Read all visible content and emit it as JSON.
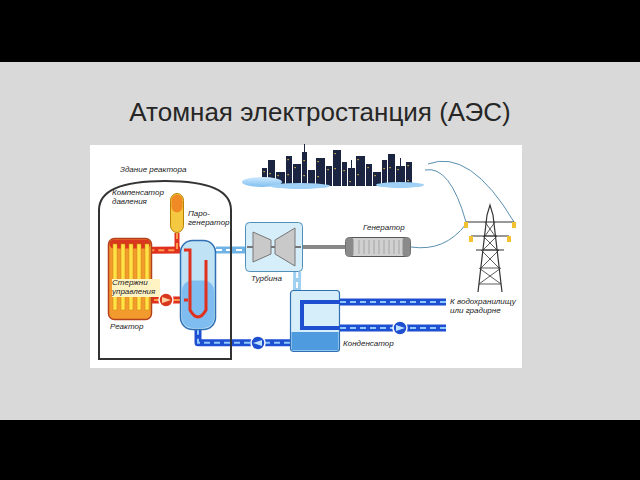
{
  "diagram": {
    "title": "Атомная электростанция (АЭС)",
    "nodes": [
      {
        "text": [
          "Здание реактора"
        ]
      },
      {
        "text": [
          "Компенсатор давления"
        ],
        "in": 0
      },
      {
        "text": [
          "Паро- генератор"
        ],
        "in": 0
      },
      {
        "text": [
          "Реактор"
        ],
        "in": 0
      },
      {
        "text": [
          "Турбина"
        ]
      },
      {
        "text": [
          "Генератор"
        ]
      },
      {
        "text": [
          "Конденсатор"
        ]
      }
    ],
    "edges": [
      {
        "from": 3,
        "to": 2,
        "arrow": "none"
      },
      {
        "from": 2,
        "to": 3,
        "arrow": "none"
      },
      {
        "from": 1,
        "to": 3,
        "arrow": "none"
      },
      {
        "from": 2,
        "to": 4,
        "arrow": "none"
      },
      {
        "from": 4,
        "to": 5,
        "arrow": "none"
      },
      {
        "from": 4,
        "to": 6,
        "arrow": "none"
      },
      {
        "from": 6,
        "to": 2,
        "arrow": "none"
      }
    ],
    "labels": [
      "Стержни управления",
      "К водохранилищу или градирне"
    ]
  }
}
